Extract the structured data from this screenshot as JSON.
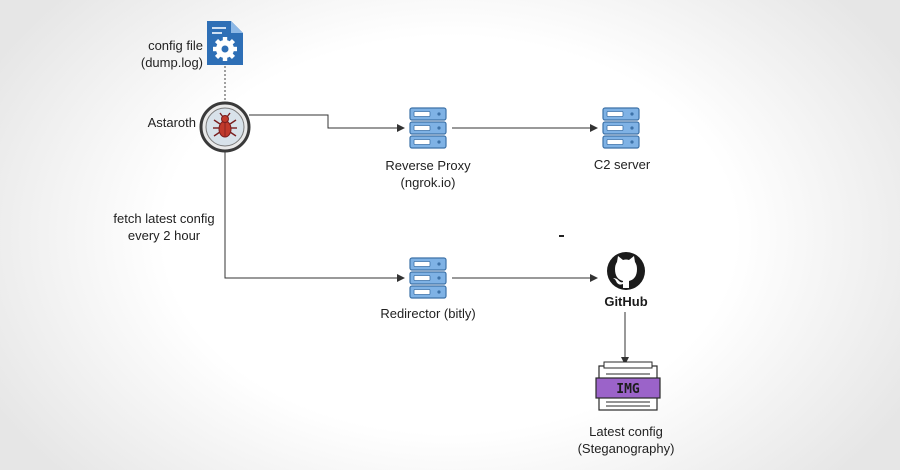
{
  "nodes": {
    "config_file": {
      "line1": "config file",
      "line2": "(dump.log)",
      "icon": "config-file-icon"
    },
    "astaroth": {
      "label": "Astaroth",
      "icon": "bug-icon"
    },
    "reverse_proxy": {
      "line1": "Reverse Proxy",
      "line2": "(ngrok.io)",
      "icon": "server-icon"
    },
    "c2_server": {
      "label": "C2 server",
      "icon": "server-icon"
    },
    "redirector": {
      "label": "Redirector (bitly)",
      "icon": "server-icon"
    },
    "github": {
      "label": "GitHub",
      "icon": "github-icon"
    },
    "latest_config": {
      "line1": "Latest config",
      "line2": "(Steganography)",
      "icon": "img-file-icon",
      "badge": "IMG"
    }
  },
  "edges": {
    "fetch_label_line1": "fetch latest config",
    "fetch_label_line2": "every 2 hour"
  },
  "colors": {
    "server_blue": "#6fa6dc",
    "server_dark": "#3d72a8",
    "file_blue": "#2e6fb6",
    "bug_red": "#c0392b",
    "img_purple": "#9b63c9",
    "line": "#333333"
  }
}
